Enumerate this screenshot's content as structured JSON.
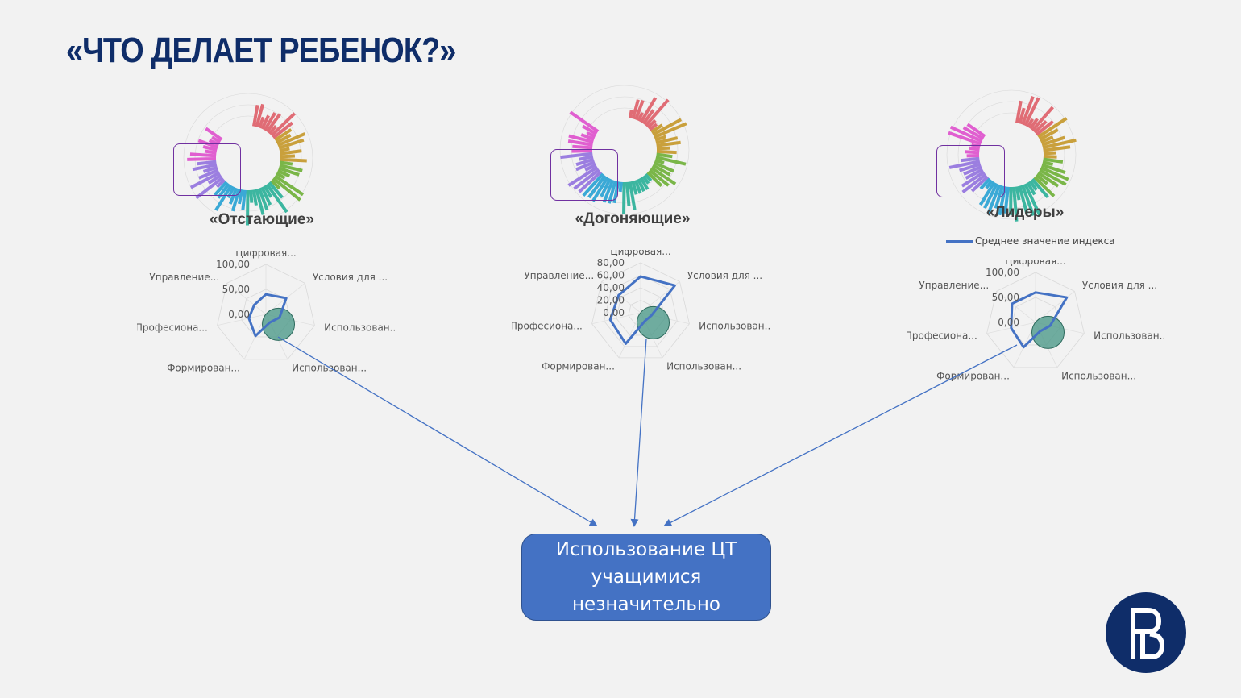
{
  "title": "«ЧТО ДЕЛАЕТ РЕБЕНОК?»",
  "legend_label": "Среднее значение индекса",
  "conclusion": "Использование ЦТ учащимися незначительно",
  "colors": {
    "title": "#0f2d69",
    "series_line": "#4472c4",
    "highlight_circle": "#4e9a8a",
    "highlight_box": "#7030a0",
    "conclusion_fill": "#4472c4",
    "logo": "#0f2d69",
    "radial_segments": [
      "#e06c75",
      "#c9a03c",
      "#7ab648",
      "#3cb6a0",
      "#3aa9d6",
      "#9b7ee0",
      "#e05fd0"
    ]
  },
  "chart_data": [
    {
      "type": "radar",
      "title": "«Отстающие»",
      "categories": [
        "Цифровая...",
        "Условия для ...",
        "Использован...",
        "Использован...",
        "Формирован...",
        "Професиона...",
        "Управление..."
      ],
      "tick_labels": [
        "0,00",
        "50,00",
        "100,00"
      ],
      "range": [
        0,
        100
      ],
      "series": [
        {
          "values": [
            40,
            52,
            28,
            18,
            48,
            35,
            30
          ]
        }
      ],
      "highlight": "Использован..."
    },
    {
      "type": "radar",
      "title": "«Догоняющие»",
      "categories": [
        "Цифровая...",
        "Условия для ...",
        "Использован...",
        "Использован...",
        "Формирован...",
        "Професиона...",
        "Управление..."
      ],
      "tick_labels": [
        "0,00",
        "20,00",
        "40,00",
        "60,00",
        "80,00"
      ],
      "range": [
        0,
        80
      ],
      "series": [
        {
          "values": [
            58,
            70,
            18,
            15,
            55,
            50,
            45
          ]
        }
      ],
      "highlight": "Использован..."
    },
    {
      "type": "radar",
      "title": "«Лидеры»",
      "categories": [
        "Цифровая...",
        "Условия для ...",
        "Использован...",
        "Использован...",
        "Формирован...",
        "Професиона...",
        "Управление..."
      ],
      "tick_labels": [
        "0,00",
        "50,00",
        "100,00"
      ],
      "range": [
        0,
        100
      ],
      "series": [
        {
          "name": "Среднее значение индекса",
          "values": [
            60,
            80,
            30,
            20,
            55,
            50,
            60
          ]
        }
      ],
      "highlight": "Использован..."
    }
  ]
}
